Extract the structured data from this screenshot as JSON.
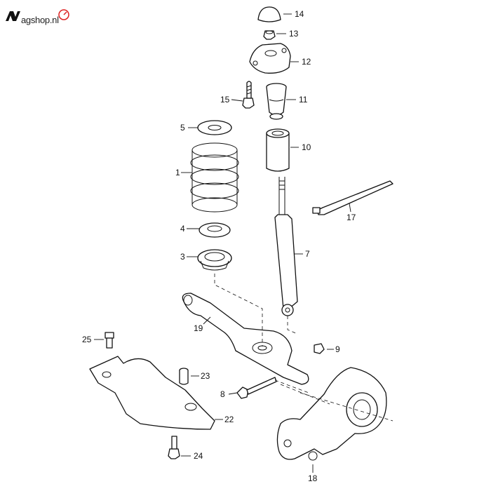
{
  "logo": {
    "text": "agshop.nl"
  },
  "callouts": [
    {
      "id": "p1",
      "label": "1"
    },
    {
      "id": "p3",
      "label": "3"
    },
    {
      "id": "p4",
      "label": "4"
    },
    {
      "id": "p5",
      "label": "5"
    },
    {
      "id": "p7",
      "label": "7"
    },
    {
      "id": "p8",
      "label": "8"
    },
    {
      "id": "p9",
      "label": "9"
    },
    {
      "id": "p10",
      "label": "10"
    },
    {
      "id": "p11",
      "label": "11"
    },
    {
      "id": "p12",
      "label": "12"
    },
    {
      "id": "p13",
      "label": "13"
    },
    {
      "id": "p14",
      "label": "14"
    },
    {
      "id": "p15",
      "label": "15"
    },
    {
      "id": "p17",
      "label": "17"
    },
    {
      "id": "p18",
      "label": "18"
    },
    {
      "id": "p19",
      "label": "19"
    },
    {
      "id": "p22",
      "label": "22"
    },
    {
      "id": "p23",
      "label": "23"
    },
    {
      "id": "p24",
      "label": "24"
    },
    {
      "id": "p25",
      "label": "25"
    }
  ]
}
